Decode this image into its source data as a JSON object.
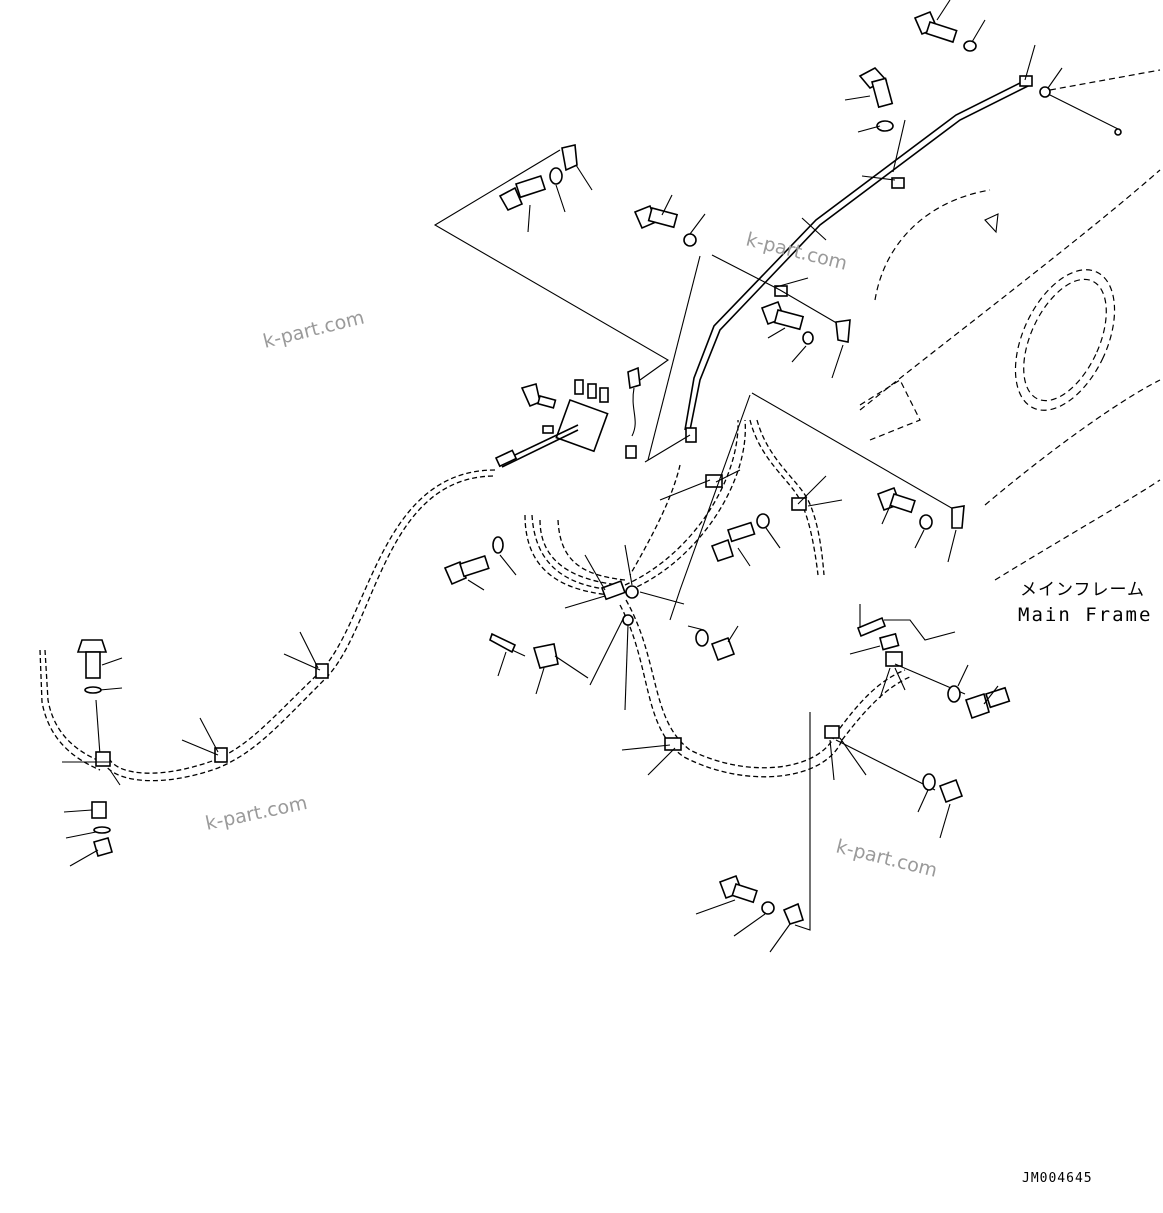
{
  "labels": {
    "main_frame_jp": "メインフレーム",
    "main_frame_en": "Main Frame",
    "drawing_code": "JM004645"
  },
  "watermarks": [
    "k-part.com",
    "k-part.com",
    "k-part.com",
    "k-part.com"
  ]
}
